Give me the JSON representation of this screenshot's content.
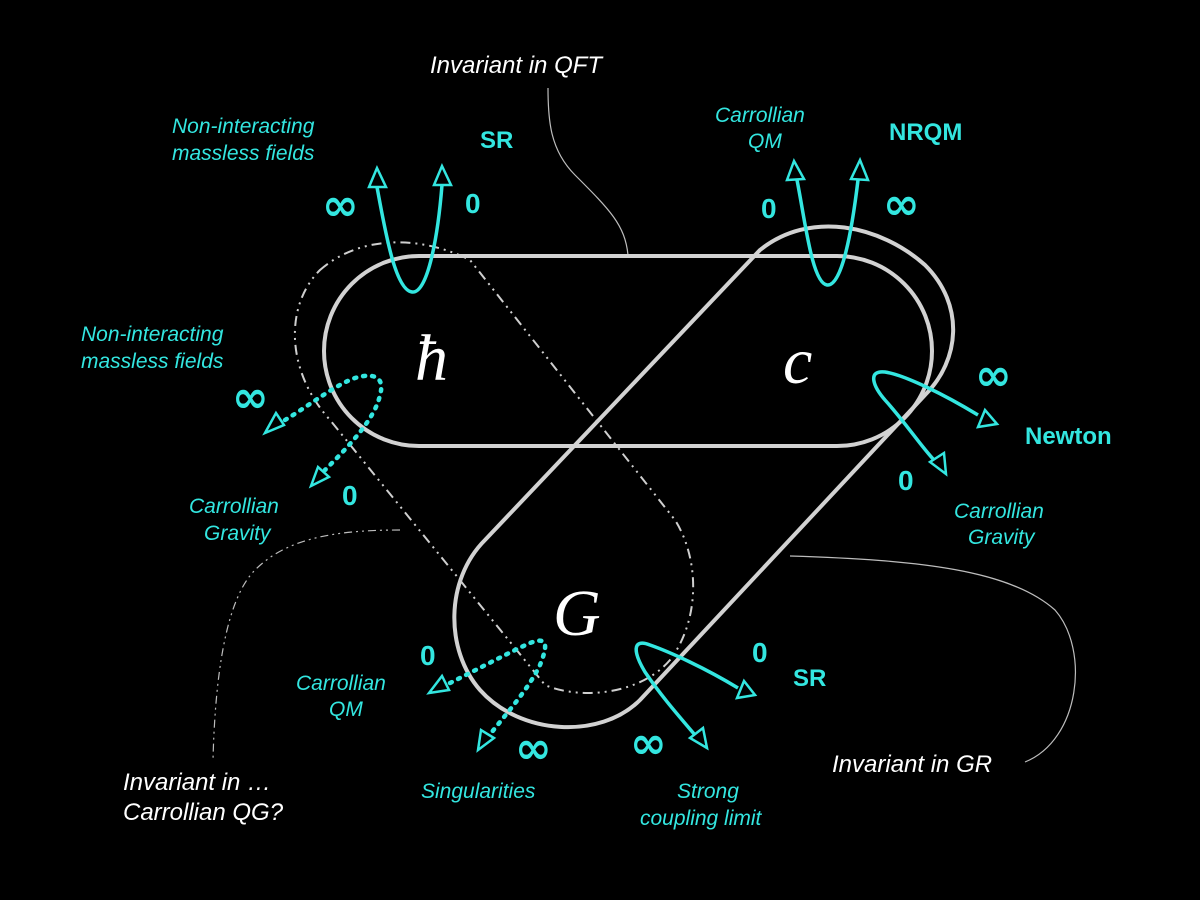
{
  "constants": {
    "hbar": "ħ",
    "c": "c",
    "G": "G"
  },
  "captions": {
    "invariant_qft": "Invariant in QFT",
    "invariant_gr": "Invariant in GR",
    "invariant_cqg_line1": "Invariant in …",
    "invariant_cqg_line2": "Carrollian QG?"
  },
  "hbar_limits": {
    "top_left_line1": "Non-interacting",
    "top_left_line2": "massless fields",
    "top_right": "SR",
    "top_left_value": "∞",
    "top_right_value": "0",
    "left_line1": "Non-interacting",
    "left_line2": "massless fields",
    "left_value": "∞",
    "bottom_line1": "Carrollian",
    "bottom_line2": "Gravity",
    "bottom_value": "0"
  },
  "c_limits": {
    "top_left_line1": "Carrollian",
    "top_left_line2": "QM",
    "top_right": "NRQM",
    "top_left_value": "0",
    "top_right_value": "∞",
    "right": "Newton",
    "right_value": "∞",
    "bottom_line1": "Carrollian",
    "bottom_line2": "Gravity",
    "bottom_value": "0"
  },
  "G_limits": {
    "left_line1": "Carrollian",
    "left_line2": "QM",
    "left_value": "0",
    "bottom": "Singularities",
    "bottom_value": "∞",
    "right": "SR",
    "right_value": "0",
    "strong_line1": "Strong",
    "strong_line2": "coupling limit",
    "strong_value": "∞"
  },
  "colors": {
    "background": "#000000",
    "accent": "#33e6e0",
    "outline": "#d2d2d2",
    "text": "#ffffff"
  }
}
